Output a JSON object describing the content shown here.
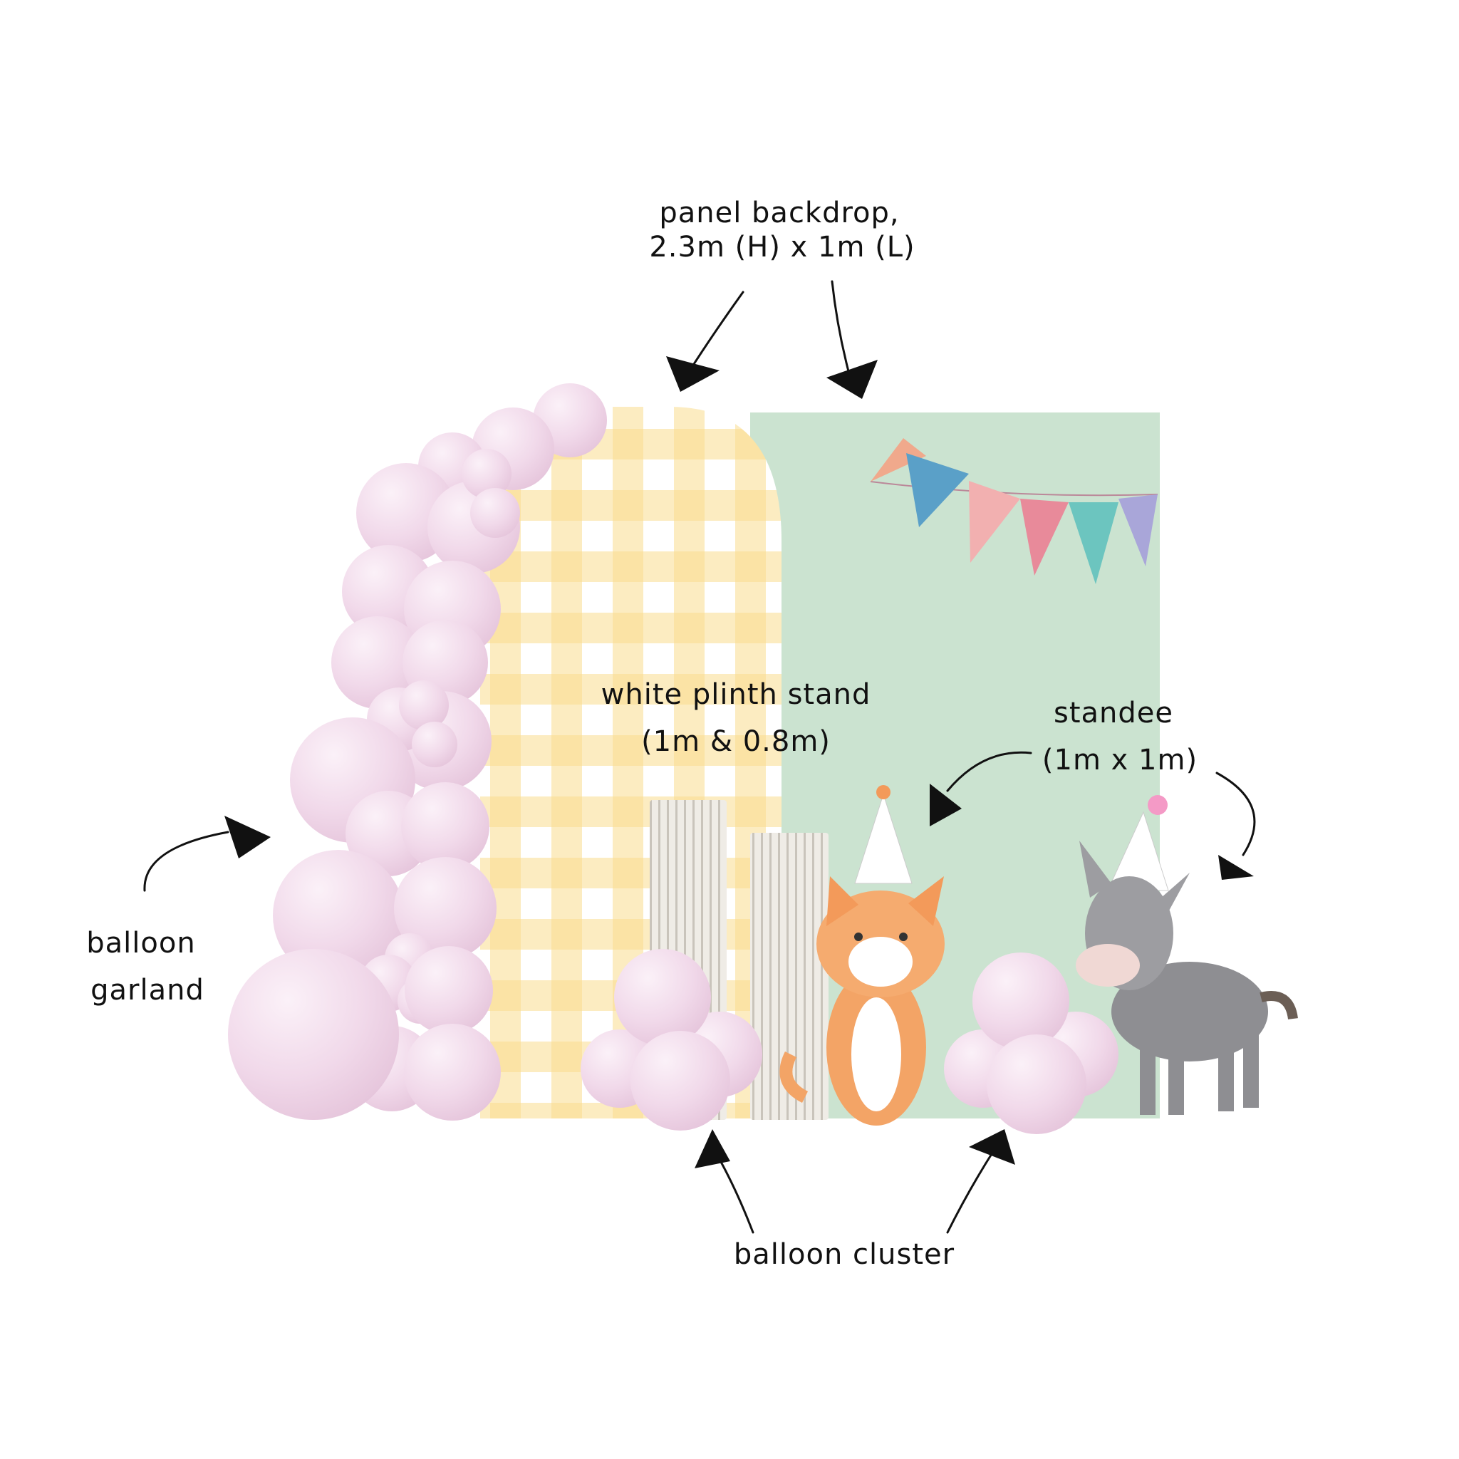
{
  "labels": {
    "panel_backdrop": {
      "line1": "panel backdrop,",
      "line2": "2.3m (H) x 1m (L)"
    },
    "plinth": {
      "line1": "white plinth stand",
      "line2": "(1m & 0.8m)"
    },
    "standee": {
      "line1": "standee",
      "line2": "(1m x 1m)"
    },
    "garland": {
      "line1": "balloon",
      "line2": "garland"
    },
    "cluster": {
      "line1": "balloon cluster"
    }
  },
  "colors": {
    "gingham_base": "#fdeec4",
    "gingham_stripe": "#f9dc8e",
    "green_panel": "#cbe3d0",
    "balloon": "#f3dcec",
    "plinth": "#e9e6e0"
  }
}
